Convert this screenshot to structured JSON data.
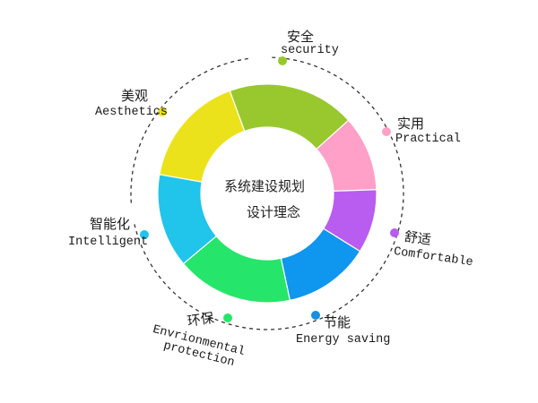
{
  "diagram": {
    "center": {
      "line1": "系统建设规划",
      "line2": "设计理念"
    },
    "segments": [
      {
        "id": "security",
        "color": "#99c82e"
      },
      {
        "id": "practical",
        "color": "#ffa0c8"
      },
      {
        "id": "comfortable",
        "color": "#b95cf0"
      },
      {
        "id": "energy-saving",
        "color": "#0f96ee"
      },
      {
        "id": "environmental",
        "color": "#25e66a"
      },
      {
        "id": "intelligent",
        "color": "#21c4ea"
      },
      {
        "id": "aesthetics",
        "color": "#ece21b"
      }
    ],
    "concepts": [
      {
        "id": "security",
        "zh": "安全",
        "en": "security",
        "dot_color": "#99c82e"
      },
      {
        "id": "practical",
        "zh": "实用",
        "en": "Practical",
        "dot_color": "#ffa0c8"
      },
      {
        "id": "comfortable",
        "zh": "舒适",
        "en": "Comfortable",
        "dot_color": "#b95cf0"
      },
      {
        "id": "energy-saving",
        "zh": "节能",
        "en": "Energy saving",
        "dot_color": "#1a8fe0"
      },
      {
        "id": "environmental",
        "zh": "环保",
        "en": "Envrionmental",
        "en2": "protection",
        "dot_color": "#25e66a"
      },
      {
        "id": "intelligent",
        "zh": "智能化",
        "en": "Intelligent",
        "dot_color": "#21c4ea"
      },
      {
        "id": "aesthetics",
        "zh": "美观",
        "en": "Aesthetics",
        "dot_color": "#ece21b"
      }
    ]
  }
}
